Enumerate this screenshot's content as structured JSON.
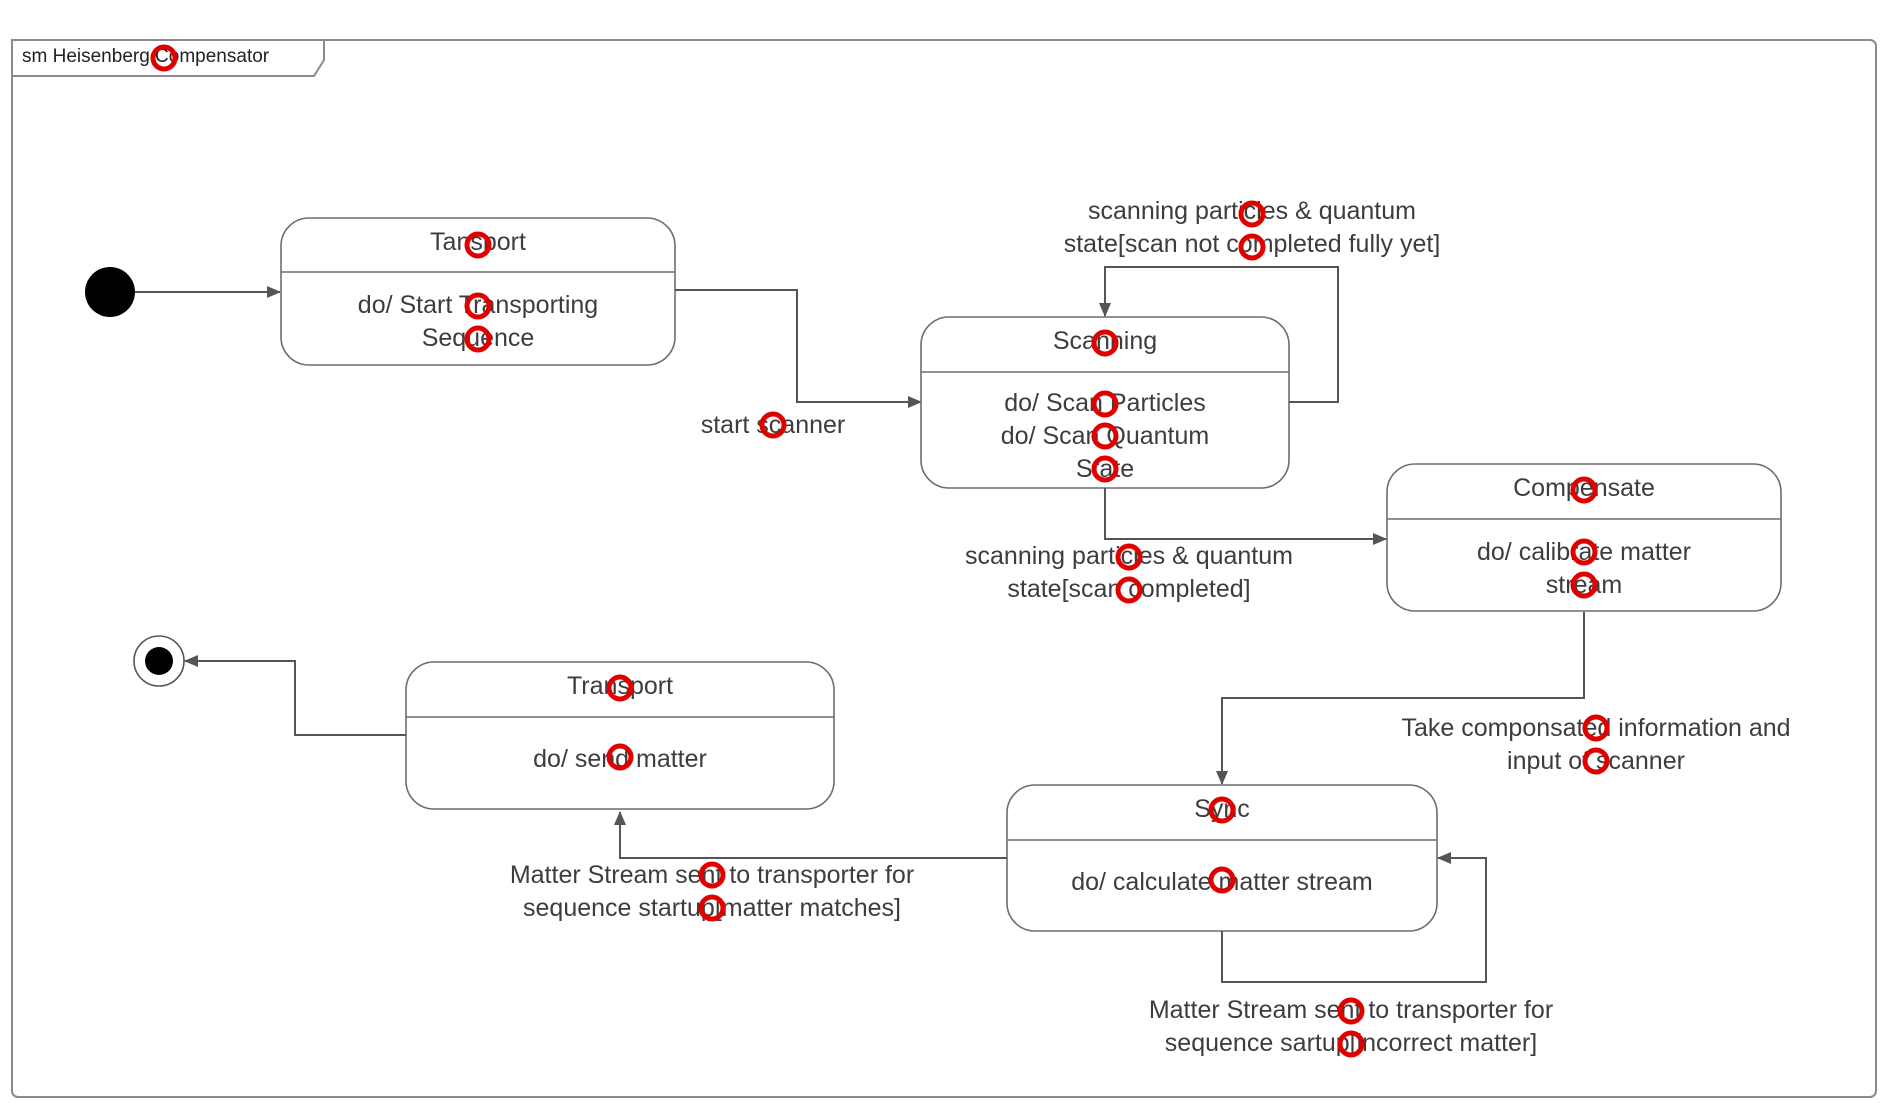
{
  "frame": {
    "title": "sm Heisenberg Compensator"
  },
  "states": {
    "transport_start": {
      "name": "Tansport",
      "actions": [
        "do/ Start Transporting",
        "Sequence"
      ]
    },
    "scanning": {
      "name": "Scanning",
      "actions": [
        "do/ Scan Particles",
        "do/ Scan Quantum",
        "State"
      ]
    },
    "compensate": {
      "name": "Compensate",
      "actions": [
        "do/ calibrate matter",
        "stream"
      ]
    },
    "sync": {
      "name": "Sync",
      "actions": [
        "do/ calculate matter stream"
      ]
    },
    "transport_end": {
      "name": "Transport",
      "actions": [
        "do/ send matter"
      ]
    }
  },
  "transitions": {
    "start_scanner": [
      "start scanner"
    ],
    "scan_loop": [
      "scanning particles & quantum",
      "state[scan not completed fully yet]"
    ],
    "scan_done": [
      "scanning particles & quantum",
      "state[scan completed]"
    ],
    "compensate_to_sync": [
      "Take componsated information and",
      "input of scanner"
    ],
    "sync_to_transport": [
      "Matter Stream sent to transporter for",
      "sequence startup[matter matches]"
    ],
    "sync_loop": [
      "Matter Stream sent to transporter for",
      "sequence sartup[incorrect matter]"
    ]
  },
  "colors": {
    "marker": "#e00000",
    "stroke": "#6d6d6d",
    "text": "#3d3d3d"
  }
}
